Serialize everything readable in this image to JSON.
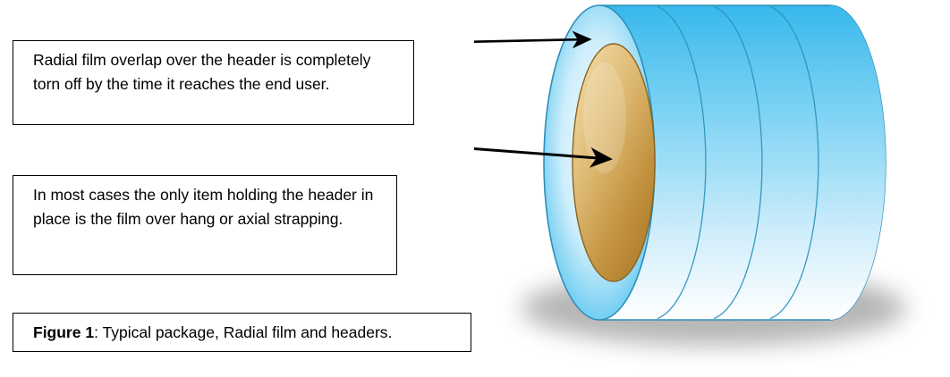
{
  "figure": {
    "callouts": [
      {
        "id": "callout-1",
        "text": "Radial film overlap over the header is completely torn off by the time it reaches the end user."
      },
      {
        "id": "callout-2",
        "text": "In most cases the only item holding the header in place is the film over hang or axial strapping."
      }
    ],
    "caption": {
      "label": "Figure 1",
      "text": ": Typical package, Radial film and headers."
    },
    "illustration": {
      "name": "wrapped-roll-diagram",
      "description": "Cylindrical roll wrapped in blue radial film with tan colored header disc on the near face",
      "colors": {
        "film_light": "#ffffff",
        "film_blue": "#3dbdee",
        "film_blue_dark": "#1a9fd4",
        "header_tan_light": "#e8c98a",
        "header_tan_dark": "#b8832e",
        "outline": "#1b6b8c",
        "arrow": "#000000",
        "shadow": "#8a8a8a"
      },
      "arrows": [
        {
          "name": "arrow-to-radial-film",
          "target": "radial film overlap at header edge"
        },
        {
          "name": "arrow-to-header",
          "target": "header disc face"
        }
      ]
    }
  }
}
